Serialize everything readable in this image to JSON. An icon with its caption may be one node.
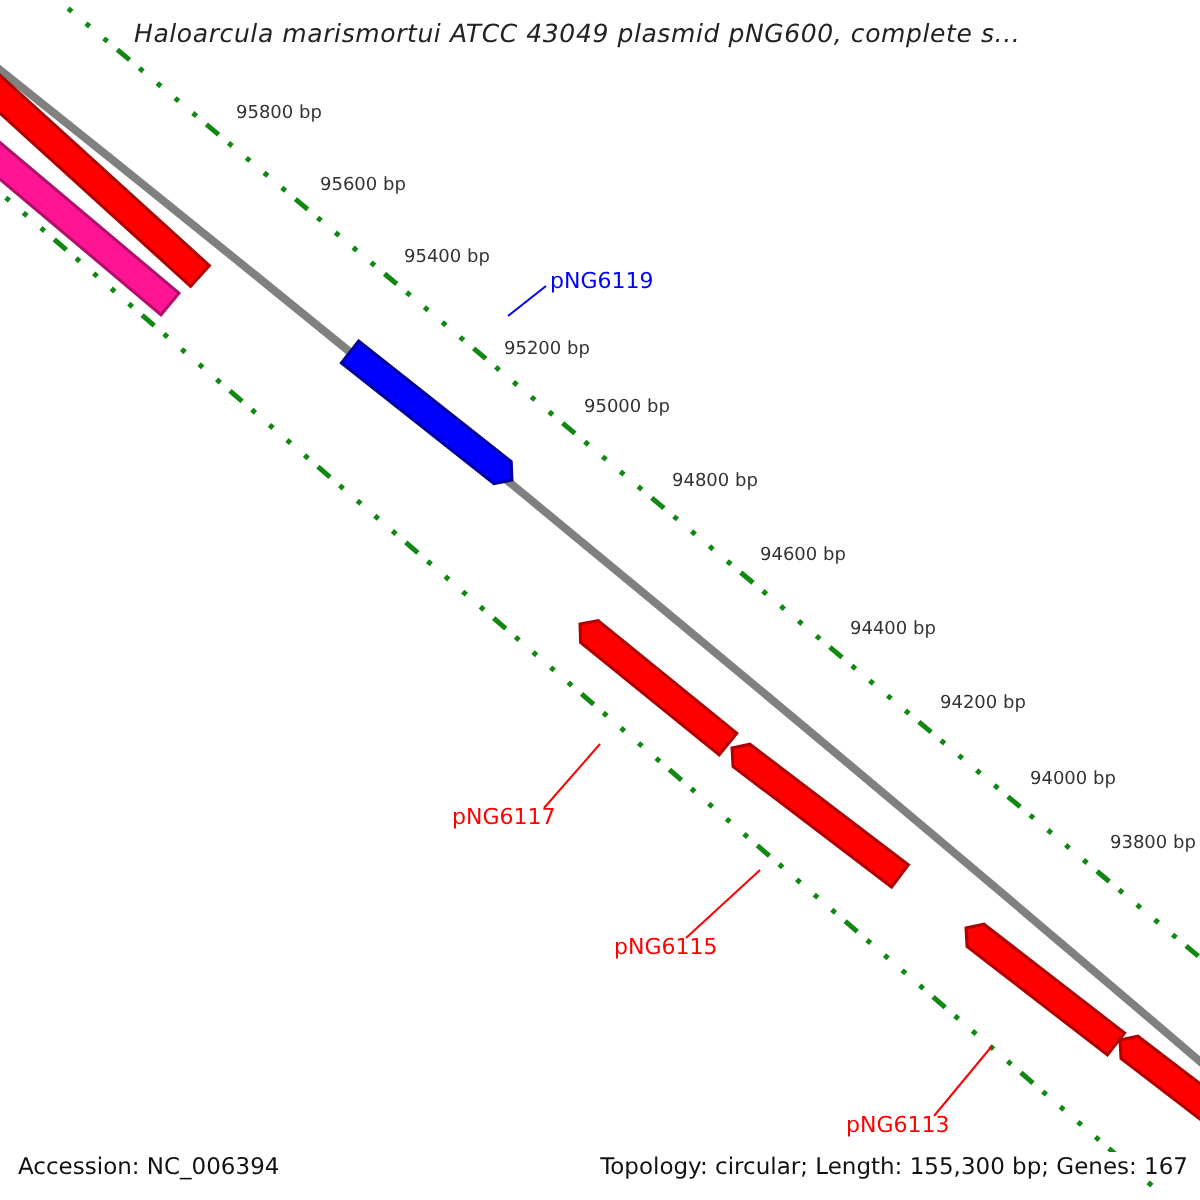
{
  "diagram": {
    "title": "Haloarcula marismortui ATCC 43049 plasmid pNG600, complete s...",
    "nodes": [
      {
        "text": [
          "pNG6119"
        ]
      },
      {
        "text": [
          "pNG6117"
        ]
      },
      {
        "text": [
          "pNG6115"
        ]
      },
      {
        "text": [
          "pNG6113"
        ]
      }
    ],
    "edges": [
      {
        "from": 0,
        "to": null,
        "arrow": "none",
        "color": "#0000ff"
      },
      {
        "from": 1,
        "to": null,
        "arrow": "none"
      },
      {
        "from": 2,
        "to": null,
        "arrow": "none"
      },
      {
        "from": 3,
        "to": null,
        "arrow": "none"
      }
    ],
    "labels": [
      "95800 bp",
      "95600 bp",
      "95400 bp",
      "95200 bp",
      "95000 bp",
      "94800 bp",
      "94600 bp",
      "94400 bp",
      "94200 bp",
      "94000 bp",
      "93800 bp",
      "Accession: NC_006394",
      "Topology: circular; Length: 155,300 bp; Genes: 167"
    ]
  }
}
